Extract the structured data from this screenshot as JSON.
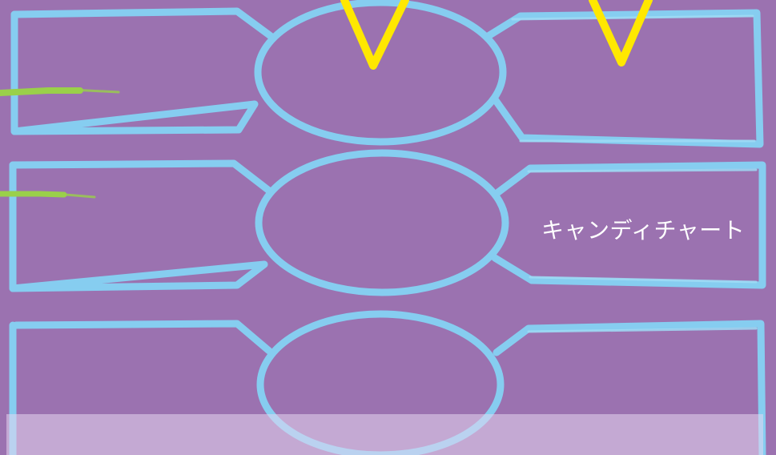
{
  "diagram": {
    "caption": "キャンディチャート",
    "rows": [
      {
        "row": 1,
        "left_box": "",
        "center_ellipse": "",
        "right_box": ""
      },
      {
        "row": 2,
        "left_box": "",
        "center_ellipse": "",
        "right_box": ""
      },
      {
        "row": 3,
        "left_box": "",
        "center_ellipse": "",
        "right_box": ""
      }
    ],
    "colors": {
      "background": "#9b72b0",
      "chalk_outline": "#86cdf0",
      "check_marks": "#ffe800",
      "chalk_streak": "#9ad04a",
      "caption_text": "#ffffff"
    }
  }
}
